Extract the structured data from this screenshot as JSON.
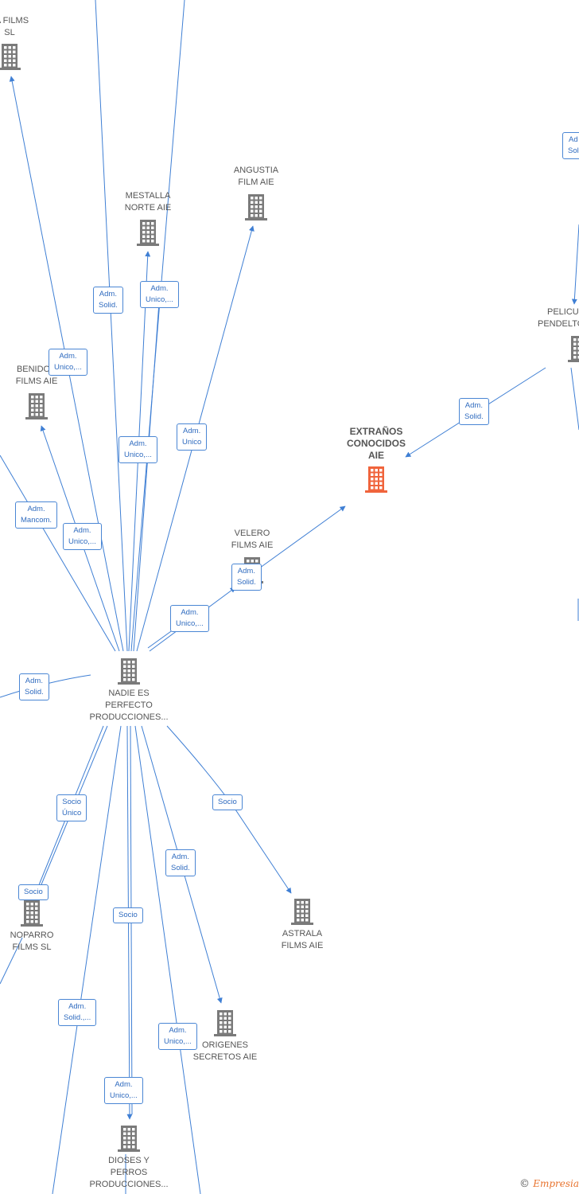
{
  "colors": {
    "edge": "#3f7fd4",
    "label_border": "#4a86d4",
    "label_text": "#2f6bbf",
    "building_gray": "#7a7a7a",
    "building_focus": "#f0643c"
  },
  "nodes": {
    "n_ta": {
      "line1": "TA FILMS",
      "line2": "SL"
    },
    "n_mestalla": {
      "line1": "MESTALLA",
      "line2": "NORTE AIE"
    },
    "n_angustia": {
      "line1": "ANGUSTIA",
      "line2": "FILM AIE"
    },
    "n_pelicu": {
      "line1": "PELICU",
      "line2": "PENDELTO"
    },
    "n_benidor": {
      "line1": "BENIDOR",
      "line2": "FILMS AIE"
    },
    "n_extranos": {
      "line1": "EXTRAÑOS",
      "line2": "CONOCIDOS",
      "line3": "AIE"
    },
    "n_velero": {
      "line1": "VELERO",
      "line2": "FILMS AIE"
    },
    "n_nadie": {
      "line1": "NADIE ES",
      "line2": "PERFECTO",
      "line3": "PRODUCCIONES..."
    },
    "n_noparro": {
      "line1": "NOPARRO",
      "line2": "FILMS  SL"
    },
    "n_astrala": {
      "line1": "ASTRALA",
      "line2": "FILMS AIE"
    },
    "n_origenes": {
      "line1": "ORIGENES",
      "line2": "SECRETOS  AIE"
    },
    "n_dioses": {
      "line1": "DIOSES Y",
      "line2": "PERROS",
      "line3": "PRODUCCIONES..."
    }
  },
  "labels": {
    "l_adm_solid_top_right": {
      "line1": "Ad",
      "line2": "Sol"
    },
    "l_adm_solid_1": {
      "line1": "Adm.",
      "line2": "Solid."
    },
    "l_adm_unico_1": {
      "line1": "Adm.",
      "line2": "Unico,..."
    },
    "l_adm_unico_2": {
      "line1": "Adm.",
      "line2": "Unico,..."
    },
    "l_adm_solid_2": {
      "line1": "Adm.",
      "line2": "Solid."
    },
    "l_adm_unico_3": {
      "line1": "Adm.",
      "line2": "Unico,..."
    },
    "l_adm_unico_4": {
      "line1": "Adm.",
      "line2": "Unico"
    },
    "l_adm_mancom": {
      "line1": "Adm.",
      "line2": "Mancom."
    },
    "l_adm_unico_5": {
      "line1": "Adm.",
      "line2": "Unico,..."
    },
    "l_adm_solid_3": {
      "line1": "Adm.",
      "line2": "Solid."
    },
    "l_adm_unico_6": {
      "line1": "Adm.",
      "line2": "Unico,..."
    },
    "l_adm_solid_4": {
      "line1": "Adm.",
      "line2": "Solid."
    },
    "l_socio_unico": {
      "line1": "Socio",
      "line2": "Único"
    },
    "l_socio_1": {
      "line1": "Socio"
    },
    "l_socio_2": {
      "line1": "Socio"
    },
    "l_adm_solid_5": {
      "line1": "Adm.",
      "line2": "Solid."
    },
    "l_socio_3": {
      "line1": "Socio"
    },
    "l_adm_solid_6": {
      "line1": "Adm.",
      "line2": "Solid.,..."
    },
    "l_adm_unico_7": {
      "line1": "Adm.",
      "line2": "Unico,..."
    },
    "l_adm_unico_8": {
      "line1": "Adm.",
      "line2": "Unico,..."
    }
  },
  "footer": {
    "copyright_symbol": "©",
    "brand": "Empresia"
  }
}
